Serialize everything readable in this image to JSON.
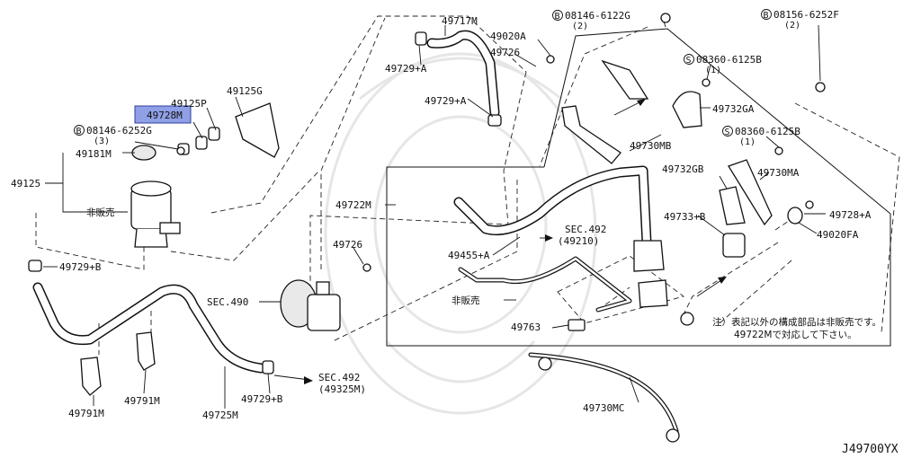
{
  "labels": {
    "p49717M": "49717M",
    "p49020A": "49020A",
    "p49726_top": "49726",
    "p49729A_top": "49729+A",
    "p49729A_mid": "49729+A",
    "p49125P": "49125P",
    "p49125G": "49125G",
    "p49728M": "49728M",
    "p08146_6252G": "08146-6252G",
    "q08146_6252G": "(3)",
    "p49181M": "49181M",
    "p49125": "49125",
    "not_sold_left": "非販売",
    "p49729B_left": "49729+B",
    "p49791M_left": "49791M",
    "p49791M_right": "49791M",
    "p49725M": "49725M",
    "p49729B_bottom": "49729+B",
    "sec492_bottom": "SEC.492",
    "sec492_bottom_ref": "(49325M)",
    "sec490": "SEC.490",
    "p49726_mid": "49726",
    "p49722M": "49722M",
    "p49455A": "49455+A",
    "sec492_mid": "SEC.492",
    "sec492_mid_ref": "(49210)",
    "not_sold_mid": "非販売",
    "p49763": "49763",
    "p08146_6122G": "08146-6122G",
    "q08146_6122G": "(2)",
    "p08156_6252F": "08156-6252F",
    "q08156_6252F": "(2)",
    "p08360_6125B_a": "08360-6125B",
    "q08360_6125B_a": "(1)",
    "p49732GA": "49732GA",
    "p49730MB": "49730MB",
    "p08360_6125B_b": "08360-6125B",
    "q08360_6125B_b": "(1)",
    "p49732GB": "49732GB",
    "p49730MA": "49730MA",
    "p49733B": "49733+B",
    "p49728A": "49728+A",
    "p49020FA": "49020FA",
    "p49730MC": "49730MC",
    "note_line1": "注）表記以外の構成部品は非販売です。",
    "note_line2": "49722Mで対応して下さい。",
    "diagram_code": "J49700YX",
    "prefix_b": "B",
    "prefix_s": "S"
  },
  "highlight_color": "#8fa0e6"
}
